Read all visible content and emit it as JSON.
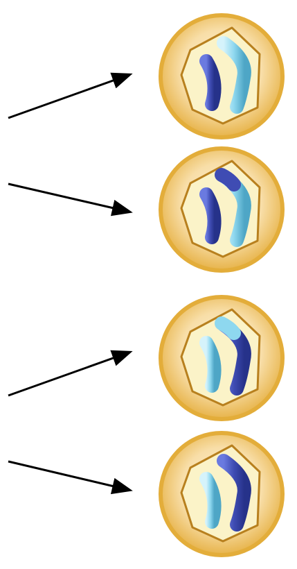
{
  "figure": {
    "cells": [
      {
        "id": "cell-1",
        "arrow_direction": "up-right",
        "chromosomes": [
          {
            "color": "dark-blue",
            "role": "short-left"
          },
          {
            "color": "light-blue",
            "role": "bent-right"
          }
        ]
      },
      {
        "id": "cell-2",
        "arrow_direction": "down-right",
        "chromosomes": [
          {
            "color": "dark-blue",
            "role": "short-left"
          },
          {
            "color": "light-blue",
            "role": "bent-right-with-dark-tip"
          }
        ]
      },
      {
        "id": "cell-3",
        "arrow_direction": "up-right",
        "chromosomes": [
          {
            "color": "light-blue",
            "role": "short-left"
          },
          {
            "color": "dark-blue",
            "role": "bent-right-with-light-tip"
          }
        ]
      },
      {
        "id": "cell-4",
        "arrow_direction": "down-right",
        "chromosomes": [
          {
            "color": "light-blue",
            "role": "short-left"
          },
          {
            "color": "dark-blue",
            "role": "bent-right"
          }
        ]
      }
    ],
    "colors": {
      "cell_membrane": "#e9b43c",
      "cytoplasm": "#f7ddb0",
      "nucleus_fill": "#fbf3c8",
      "nucleus_border": "#b8801e",
      "dark_chromosome": "#3f4cb3",
      "light_chromosome": "#8ed8ef",
      "arrow": "#000000"
    }
  }
}
